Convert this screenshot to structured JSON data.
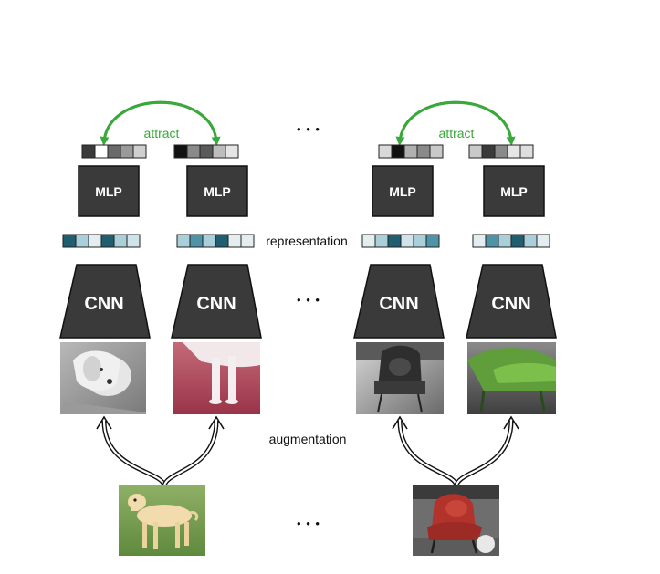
{
  "labels": {
    "attract": "attract",
    "representation": "representation",
    "augmentation": "augmentation",
    "ellipsis": "• • •"
  },
  "blocks": {
    "mlp": "MLP",
    "cnn": "CNN"
  },
  "colors": {
    "attract_arrow": "#3aa83a",
    "block_fill": "#3a3a3a",
    "repr_dark": "#1f5f70",
    "repr_mid": "#4f93a6",
    "repr_light": "#a9cfd8",
    "repr_pale": "#e4eef0"
  },
  "images": {
    "dog_original": "labrador-photo",
    "dog_view_gray": "labrador-grayscale-crop",
    "dog_view_red": "labrador-legs-red-tint",
    "chair_original": "red-chair-photo",
    "chair_view_gray": "chair-grayscale-crop",
    "chair_view_green": "chair-green-tint-crop"
  }
}
